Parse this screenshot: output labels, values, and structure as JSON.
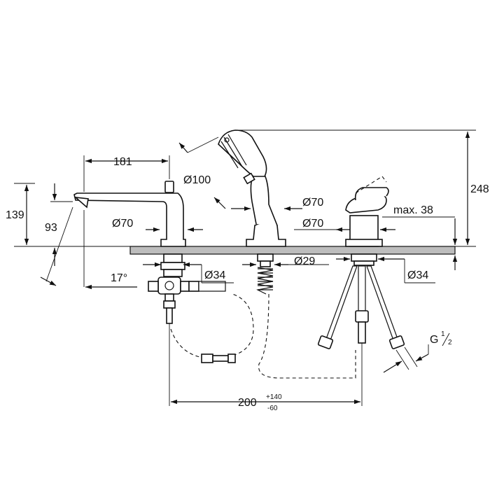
{
  "dimensions": {
    "spout_reach": "181",
    "handshower_diameter": "Ø100",
    "total_height": "248",
    "spout_height": "139",
    "spout_outlet_height": "93",
    "spout_base_diameter": "Ø70",
    "holder_diameter": "Ø70",
    "mixer_base_diameter": "Ø70",
    "max_deck_thickness": "max. 38",
    "spout_angle": "17°",
    "spout_hole_diameter": "Ø34",
    "holder_hole_diameter": "Ø29",
    "mixer_hole_diameter": "Ø34",
    "thread_size_main": "G",
    "thread_size_num": "1",
    "thread_size_den": "2",
    "spacing_main": "200",
    "spacing_tol_plus": "+140",
    "spacing_tol_minus": "-60"
  }
}
